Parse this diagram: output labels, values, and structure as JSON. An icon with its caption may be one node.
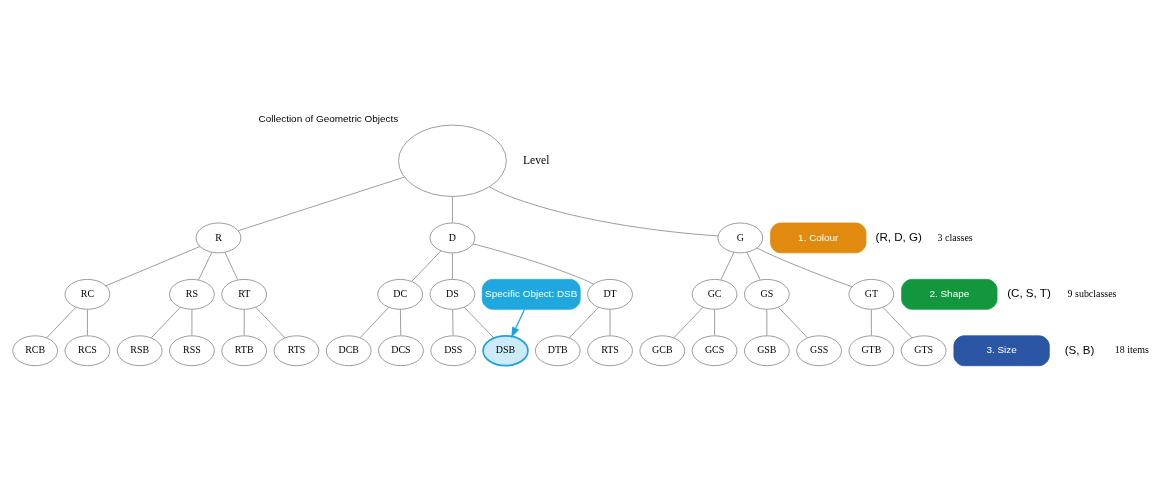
{
  "diagram": {
    "nodes": [
      {
        "text": [],
        "shape": "ellipse",
        "beside": [
          "Collection of Geometric Objects"
        ]
      },
      {
        "text": [
          "R"
        ]
      },
      {
        "text": [
          "D"
        ]
      },
      {
        "text": [
          "G"
        ]
      },
      {
        "text": [
          "RC"
        ]
      },
      {
        "text": [
          "RS"
        ]
      },
      {
        "text": [
          "RT"
        ]
      },
      {
        "text": [
          "DC"
        ]
      },
      {
        "text": [
          "DS"
        ]
      },
      {
        "text": [
          "DT"
        ]
      },
      {
        "text": [
          "GC"
        ]
      },
      {
        "text": [
          "GS"
        ]
      },
      {
        "text": [
          "GT"
        ]
      },
      {
        "text": [
          "RCB"
        ]
      },
      {
        "text": [
          "RCS"
        ]
      },
      {
        "text": [
          "RSB"
        ]
      },
      {
        "text": [
          "RSS"
        ]
      },
      {
        "text": [
          "RTB"
        ]
      },
      {
        "text": [
          "RTS"
        ]
      },
      {
        "text": [
          "DCB"
        ]
      },
      {
        "text": [
          "DCS"
        ]
      },
      {
        "text": [
          "DSB"
        ]
      },
      {
        "text": [
          "DSS"
        ]
      },
      {
        "text": [
          "DTB"
        ]
      },
      {
        "text": [
          "RTS"
        ]
      },
      {
        "text": [
          "GCB"
        ]
      },
      {
        "text": [
          "GCS"
        ]
      },
      {
        "text": [
          "GSB"
        ]
      },
      {
        "text": [
          "GSS"
        ]
      },
      {
        "text": [
          "GTB"
        ]
      },
      {
        "text": [
          "GTS"
        ]
      },
      {
        "text": [
          "Specific Object: DSB"
        ]
      },
      {
        "text": [
          "1. Colour"
        ]
      },
      {
        "text": [
          "2. Shape"
        ]
      },
      {
        "text": [
          "3. Size"
        ]
      }
    ],
    "edges": [
      {
        "from": 0,
        "to": 1,
        "arrow": "none"
      },
      {
        "from": 0,
        "to": 2,
        "arrow": "none"
      },
      {
        "from": 0,
        "to": 3,
        "arrow": "none"
      },
      {
        "from": 1,
        "to": 4,
        "arrow": "none"
      },
      {
        "from": 1,
        "to": 5,
        "arrow": "none"
      },
      {
        "from": 1,
        "to": 6,
        "arrow": "none"
      },
      {
        "from": 2,
        "to": 7,
        "arrow": "none"
      },
      {
        "from": 2,
        "to": 8,
        "arrow": "none"
      },
      {
        "from": 2,
        "to": 9,
        "arrow": "none"
      },
      {
        "from": 3,
        "to": 10,
        "arrow": "none"
      },
      {
        "from": 3,
        "to": 11,
        "arrow": "none"
      },
      {
        "from": 3,
        "to": 12,
        "arrow": "none"
      },
      {
        "from": 4,
        "to": 13,
        "arrow": "none"
      },
      {
        "from": 4,
        "to": 14,
        "arrow": "none"
      },
      {
        "from": 5,
        "to": 15,
        "arrow": "none"
      },
      {
        "from": 5,
        "to": 16,
        "arrow": "none"
      },
      {
        "from": 6,
        "to": 17,
        "arrow": "none"
      },
      {
        "from": 6,
        "to": 18,
        "arrow": "none"
      },
      {
        "from": 7,
        "to": 19,
        "arrow": "none"
      },
      {
        "from": 7,
        "to": 20,
        "arrow": "none"
      },
      {
        "from": 8,
        "to": 21,
        "arrow": "none"
      },
      {
        "from": 8,
        "to": 22,
        "arrow": "none"
      },
      {
        "from": 9,
        "to": 23,
        "arrow": "none"
      },
      {
        "from": 9,
        "to": 24,
        "arrow": "none"
      },
      {
        "from": 10,
        "to": 25,
        "arrow": "none"
      },
      {
        "from": 10,
        "to": 26,
        "arrow": "none"
      },
      {
        "from": 11,
        "to": 27,
        "arrow": "none"
      },
      {
        "from": 11,
        "to": 28,
        "arrow": "none"
      },
      {
        "from": 12,
        "to": 29,
        "arrow": "none"
      },
      {
        "from": 12,
        "to": 30,
        "arrow": "none"
      },
      {
        "from": 31,
        "to": 21,
        "arrow": "to",
        "color": "#1ba1e2"
      }
    ],
    "labels": [
      "Level",
      "(R, D, G)",
      "3 classes",
      "(C, S, T)",
      "9 subclasses",
      "(S, B)",
      "18 items"
    ]
  }
}
